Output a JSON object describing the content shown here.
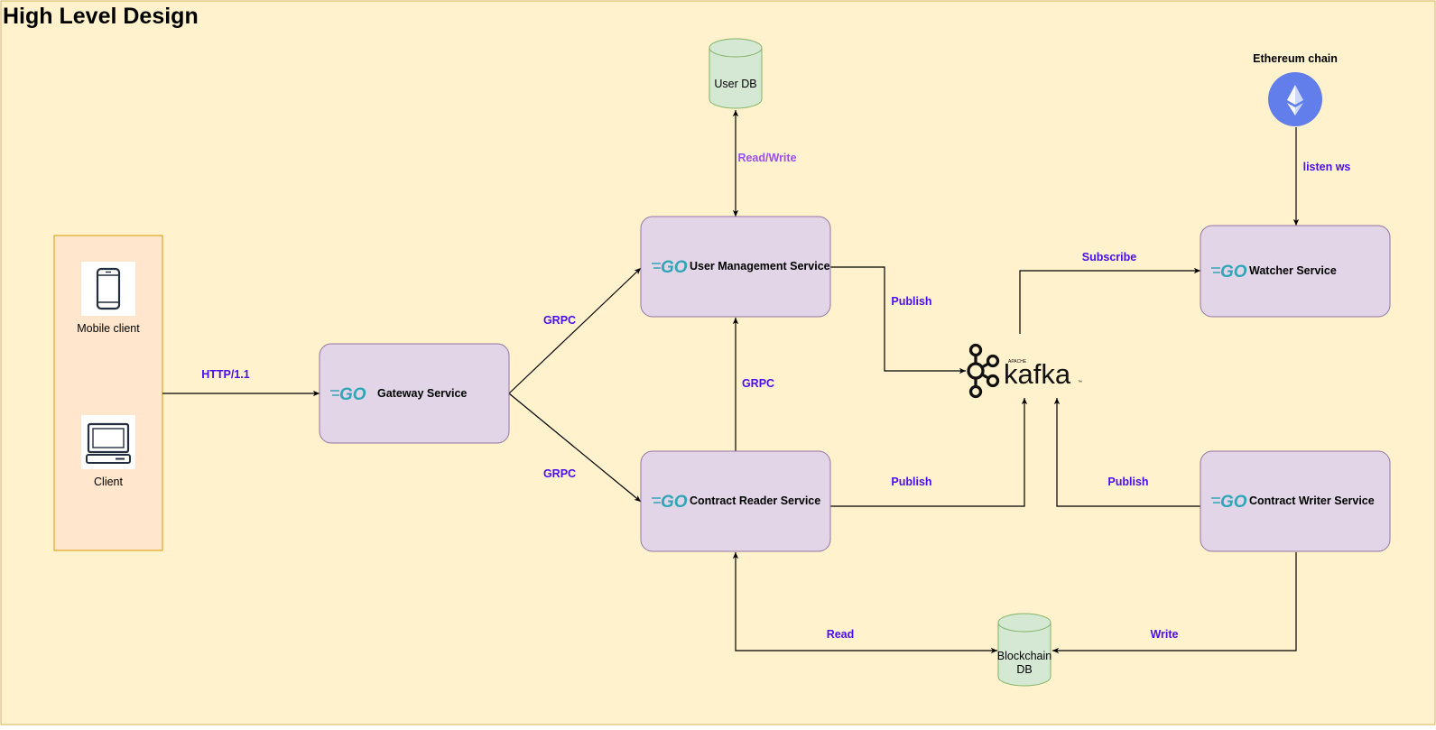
{
  "title": "High Level Design",
  "colors": {
    "canvas_bg": "#fff2cc",
    "canvas_border": "#d6b656",
    "client_box_fill": "#ffe6cc",
    "client_box_border": "#d79b00",
    "service_fill": "#e1d5e7",
    "service_border": "#9673a6",
    "db_fill": "#d5e8d4",
    "db_border": "#82b366",
    "edge_label": "#4c0ff2",
    "readwrite_label": "#9c4ef5",
    "go_logo": "#2ea6b8",
    "ethereum_circle": "#627eea"
  },
  "clients": {
    "mobile": {
      "label": "Mobile client",
      "icon": "smartphone-icon"
    },
    "desktop": {
      "label": "Client",
      "icon": "laptop-icon"
    }
  },
  "services": {
    "gateway": {
      "label": "Gateway Service",
      "logo": "GO"
    },
    "user_management": {
      "label": "User Management Service",
      "logo": "GO"
    },
    "contract_reader": {
      "label": "Contract Reader Service",
      "logo": "GO"
    },
    "watcher": {
      "label": "Watcher Service",
      "logo": "GO"
    },
    "contract_writer": {
      "label": "Contract Writer Service",
      "logo": "GO"
    }
  },
  "databases": {
    "user_db": {
      "label": "User DB"
    },
    "blockchain_db": {
      "label_line1": "Blockchain",
      "label_line2": "DB"
    }
  },
  "external": {
    "ethereum": {
      "label": "Ethereum chain",
      "icon": "ethereum-icon"
    },
    "kafka": {
      "small": "APACHE",
      "word": "kafka",
      "tm": "™",
      "icon": "kafka-logo"
    }
  },
  "edges": {
    "http": "HTTP/1.1",
    "grpc_top": "GRPC",
    "grpc_bottom": "GRPC",
    "grpc_vertical": "GRPC",
    "read_write": "Read/Write",
    "publish_user": "Publish",
    "publish_reader": "Publish",
    "publish_writer": "Publish",
    "subscribe": "Subscribe",
    "listen_ws": "listen ws",
    "read": "Read",
    "write": "Write"
  }
}
